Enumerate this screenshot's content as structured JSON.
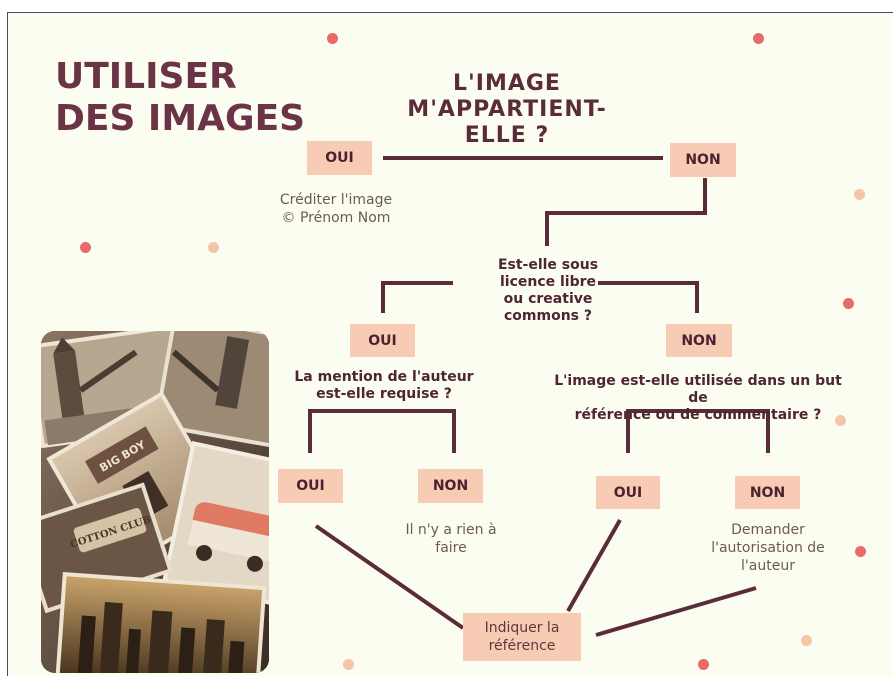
{
  "title": {
    "line1": "UTILISER",
    "line2": "DES IMAGES"
  },
  "q1": {
    "line1": "L'IMAGE",
    "line2": "M'APPARTIENT-",
    "line3": "ELLE ?"
  },
  "q1_yes": {
    "label": "OUI",
    "note1": "Créditer l'image",
    "note2": "© Prénom Nom"
  },
  "q1_no": "NON",
  "q2": {
    "line1": "Est-elle sous",
    "line2": "licence libre",
    "line3": "ou creative",
    "line4": "commons ?"
  },
  "q2_yes": "OUI",
  "q2_no": "NON",
  "q3": {
    "line1": "La mention de l'auteur",
    "line2": "est-elle requise ?"
  },
  "q3_yes": "OUI",
  "q3_no": {
    "label": "NON",
    "note1": "Il n'y a rien à",
    "note2": "faire"
  },
  "q4": {
    "line1": "L'image est-elle utilisée dans un but de",
    "line2": "référence ou de commentaire ?"
  },
  "q4_yes": "OUI",
  "q4_no": {
    "label": "NON",
    "note1": "Demander",
    "note2": "l'autorisation de",
    "note3": "l'auteur"
  },
  "result": {
    "line1": "Indiquer la",
    "line2": "référence"
  },
  "photo": {
    "sign1": "BIG BOY",
    "sign2": "COTTON CLUB"
  },
  "colors": {
    "background": "#fbfdf0",
    "box": "#f8cbb4",
    "line": "#5a2c3a",
    "title": "#6a3346",
    "dot_red": "#e86a6a",
    "dot_peach": "#f6c4a6"
  }
}
